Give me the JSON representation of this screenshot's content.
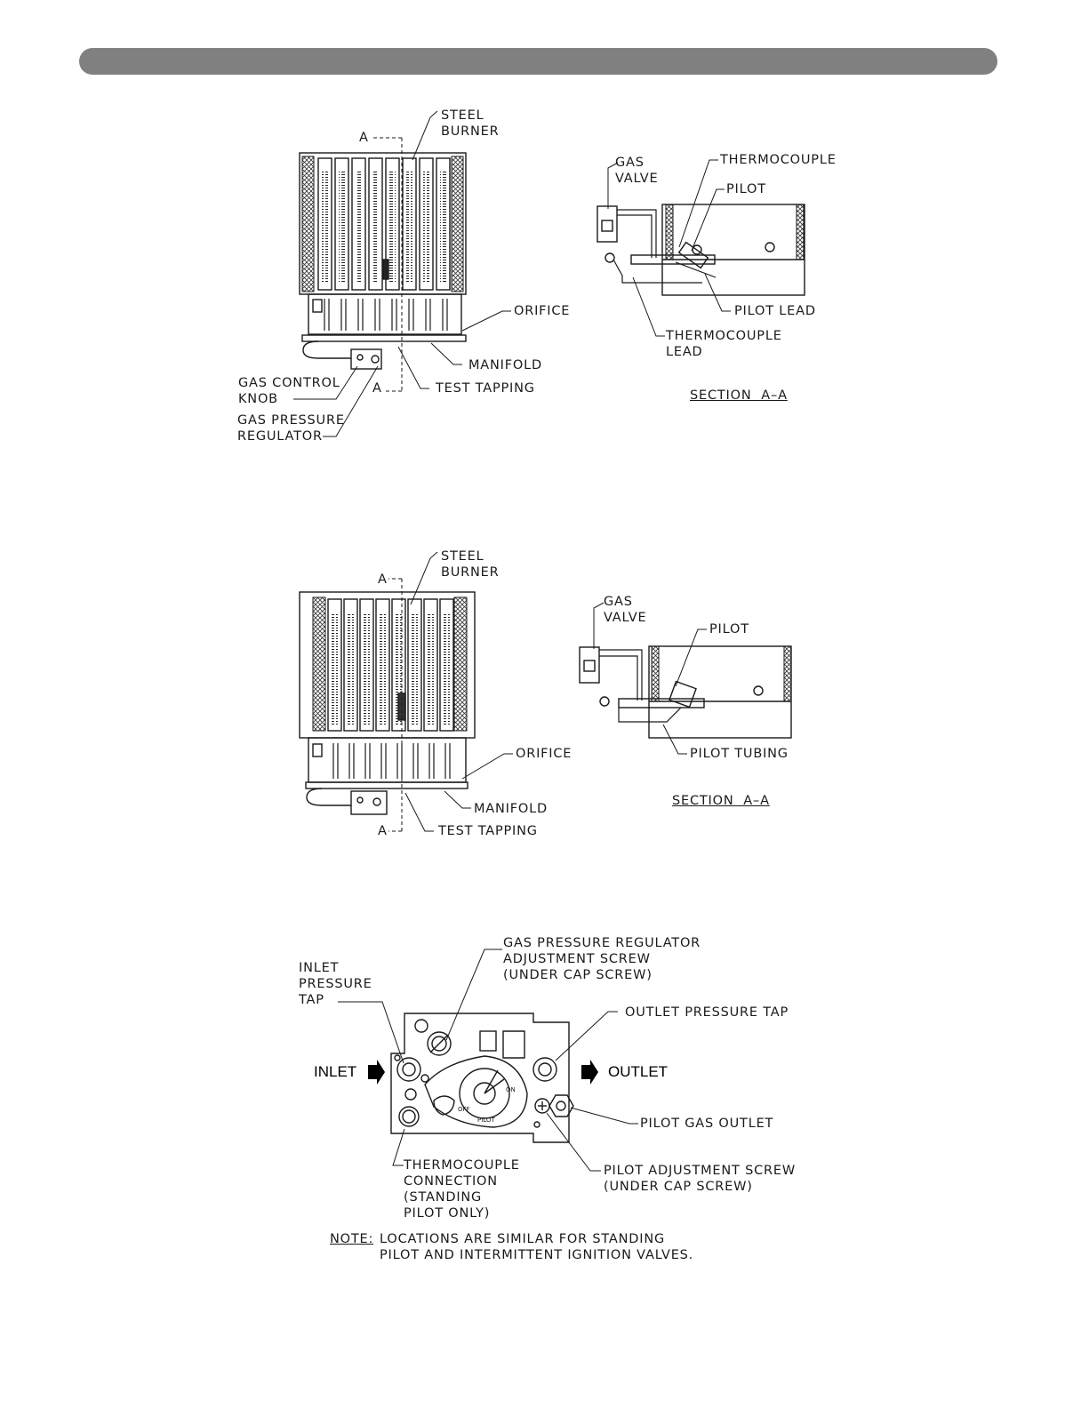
{
  "fig1": {
    "steel_burner": "STEEL\nBURNER",
    "orifice": "ORIFICE",
    "manifold": "MANIFOLD",
    "test_tapping": "TEST TAPPING",
    "gas_control_knob": "GAS CONTROL\nKNOB",
    "gas_pressure_regulator": "GAS PRESSURE\nREGULATOR",
    "section_mark": "A",
    "gas_valve": "GAS\nVALVE",
    "thermocouple": "THERMOCOUPLE",
    "pilot": "PILOT",
    "pilot_lead": "PILOT LEAD",
    "thermocouple_lead": "THERMOCOUPLE\nLEAD",
    "section_title": "SECTION  A–A"
  },
  "fig2": {
    "steel_burner": "STEEL\nBURNER",
    "orifice": "ORIFICE",
    "manifold": "MANIFOLD",
    "test_tapping": "TEST TAPPING",
    "section_mark": "A",
    "gas_valve": "GAS\nVALVE",
    "pilot": "PILOT",
    "pilot_tubing": "PILOT TUBING",
    "section_title": "SECTION  A–A"
  },
  "fig3": {
    "gas_pressure_regulator_screw": "GAS PRESSURE REGULATOR\nADJUSTMENT SCREW\n(UNDER CAP SCREW)",
    "inlet_pressure_tap": "INLET\nPRESSURE\nTAP",
    "outlet_pressure_tap": "OUTLET PRESSURE TAP",
    "inlet": "INLET",
    "outlet": "OUTLET",
    "pilot_gas_outlet": "PILOT GAS OUTLET",
    "thermocouple_connection": "THERMOCOUPLE\nCONNECTION\n(STANDING\nPILOT ONLY)",
    "pilot_adjustment_screw": "PILOT ADJUSTMENT SCREW\n(UNDER CAP SCREW)",
    "dial_on": "ON",
    "dial_off": "OFF",
    "dial_pilot": "PILOT",
    "note_label": "NOTE:",
    "note_text": "LOCATIONS ARE SIMILAR FOR STANDING\nPILOT AND INTERMITTENT IGNITION VALVES."
  }
}
